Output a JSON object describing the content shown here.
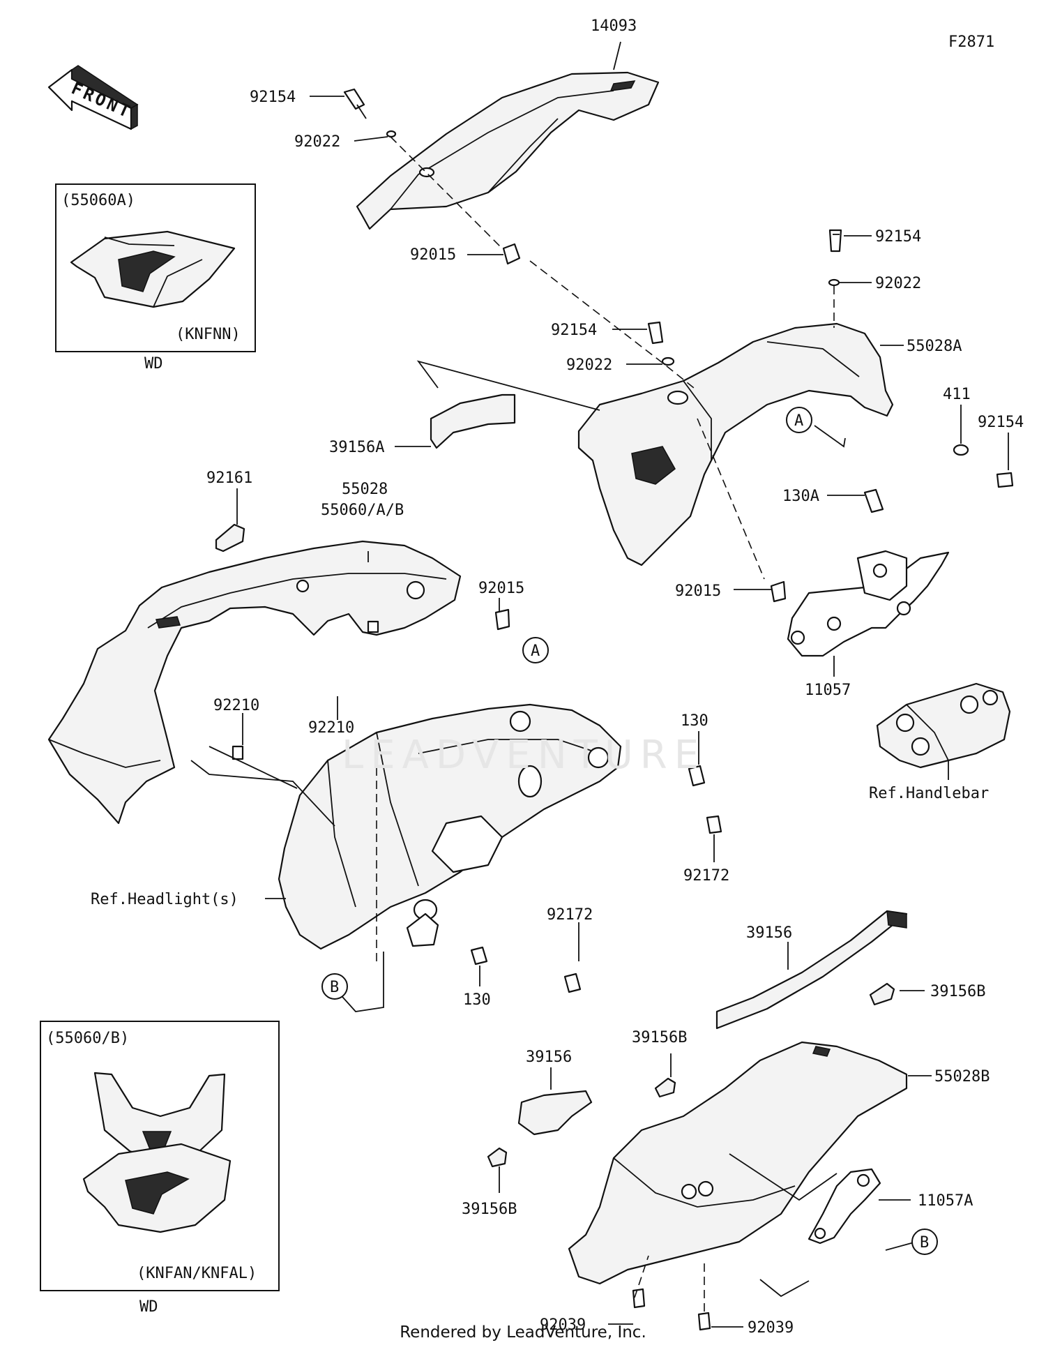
{
  "figure_code": "F2871",
  "front_label": "FRONT",
  "footer": "Rendered by LeadVenture, Inc.",
  "watermark": "LEADVENTURE",
  "insets": [
    {
      "code": "(55060A)",
      "variant": "(KNFNN)",
      "market": "WD"
    },
    {
      "code": "(55060/B)",
      "variant": "(KNFAN/KNFAL)",
      "market": "WD"
    }
  ],
  "callouts": [
    "A",
    "A",
    "B",
    "B"
  ],
  "labels": [
    "14093",
    "92154",
    "92022",
    "92015",
    "92154",
    "92022",
    "92154",
    "92022",
    "55028A",
    "411",
    "92154",
    "39156A",
    "130A",
    "92161",
    "55028",
    "55060/A/B",
    "92015",
    "92015",
    "11057",
    "92210",
    "92210",
    "130",
    "92172",
    "Ref.Handlebar",
    "Ref.Headlight(s)",
    "92172",
    "130",
    "39156",
    "39156B",
    "39156B",
    "39156",
    "55028B",
    "39156B",
    "11057A",
    "92039",
    "92039"
  ]
}
